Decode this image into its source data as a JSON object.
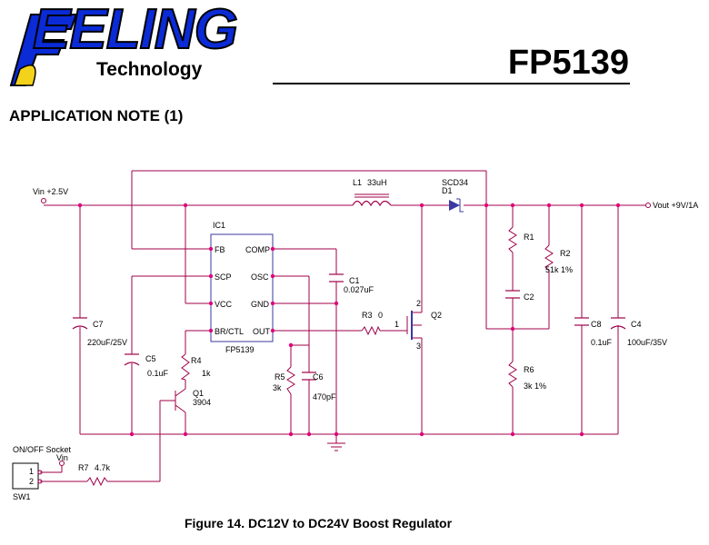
{
  "header": {
    "logo_text": "EELING",
    "logo_subtext": "Technology",
    "part_number": "FP5139"
  },
  "section_title": "APPLICATION NOTE (1)",
  "caption": "Figure 14. DC12V to DC24V Boost Regulator",
  "colors": {
    "wire": "#a0004a",
    "node": "#e0007a",
    "logo_blue": "#0a2bd6",
    "ic_outline": "#3a3aa0"
  },
  "schematic": {
    "vin": "Vin +2.5V",
    "vout": "Vout +9V/1A",
    "ic": {
      "ref": "IC1",
      "part": "FP5139",
      "pins": [
        "FB",
        "COMP",
        "SCP",
        "OSC",
        "VCC",
        "GND",
        "BR/CTL",
        "OUT"
      ]
    },
    "components": [
      {
        "ref": "L1",
        "value": "33uH"
      },
      {
        "ref": "D1",
        "value": "SCD34"
      },
      {
        "ref": "C1",
        "value": "0.027uF"
      },
      {
        "ref": "R3",
        "value": "0"
      },
      {
        "ref": "Q2",
        "value": ""
      },
      {
        "ref": "C7",
        "value": "220uF/25V"
      },
      {
        "ref": "C5",
        "value": "0.1uF"
      },
      {
        "ref": "R4",
        "value": "1k"
      },
      {
        "ref": "Q1",
        "value": "3904"
      },
      {
        "ref": "R5",
        "value": "3k"
      },
      {
        "ref": "C6",
        "value": "470pF"
      },
      {
        "ref": "R1",
        "value": ""
      },
      {
        "ref": "R2",
        "value": "51k 1%"
      },
      {
        "ref": "C2",
        "value": ""
      },
      {
        "ref": "R6",
        "value": "3k 1%"
      },
      {
        "ref": "C8",
        "value": "0.1uF"
      },
      {
        "ref": "C4",
        "value": "100uF/35V"
      },
      {
        "ref": "R7",
        "value": "4.7k"
      }
    ],
    "q2_pins": [
      "2",
      "1",
      "3"
    ],
    "socket": {
      "label": "ON/OFF Socket",
      "vin": "Vin",
      "pins": [
        "1",
        "2"
      ],
      "ref": "SW1"
    }
  }
}
